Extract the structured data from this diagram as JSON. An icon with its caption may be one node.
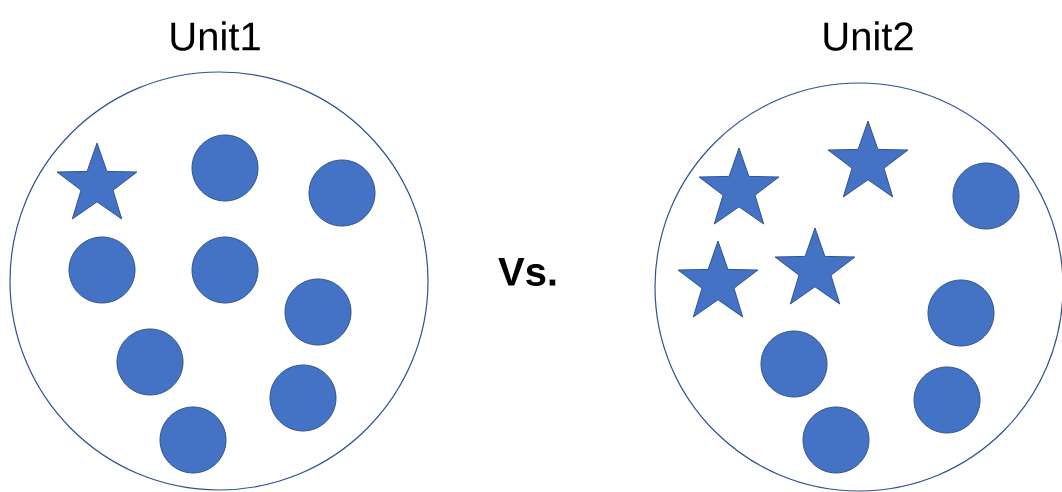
{
  "diagram": {
    "nodes": [
      {
        "text": [
          "Unit1"
        ]
      },
      {
        "text": [],
        "shape": "star",
        "in": 0
      },
      {
        "text": [],
        "shape": "circle",
        "in": 0
      },
      {
        "text": [],
        "shape": "circle",
        "in": 0
      },
      {
        "text": [],
        "shape": "circle",
        "in": 0
      },
      {
        "text": [],
        "shape": "circle",
        "in": 0
      },
      {
        "text": [],
        "shape": "circle",
        "in": 0
      },
      {
        "text": [],
        "shape": "circle",
        "in": 0
      },
      {
        "text": [],
        "shape": "circle",
        "in": 0
      },
      {
        "text": [],
        "shape": "circle",
        "in": 0
      },
      {
        "text": [
          "Unit2"
        ]
      },
      {
        "text": [],
        "shape": "star",
        "in": 10
      },
      {
        "text": [],
        "shape": "star",
        "in": 10
      },
      {
        "text": [],
        "shape": "circle",
        "in": 10
      },
      {
        "text": [],
        "shape": "star",
        "in": 10
      },
      {
        "text": [],
        "shape": "star",
        "in": 10
      },
      {
        "text": [],
        "shape": "circle",
        "in": 10
      },
      {
        "text": [],
        "shape": "circle",
        "in": 10
      },
      {
        "text": [],
        "shape": "circle",
        "in": 10
      },
      {
        "text": [],
        "shape": "circle",
        "in": 10
      }
    ],
    "edges": [],
    "labels": [
      "Vs."
    ]
  }
}
